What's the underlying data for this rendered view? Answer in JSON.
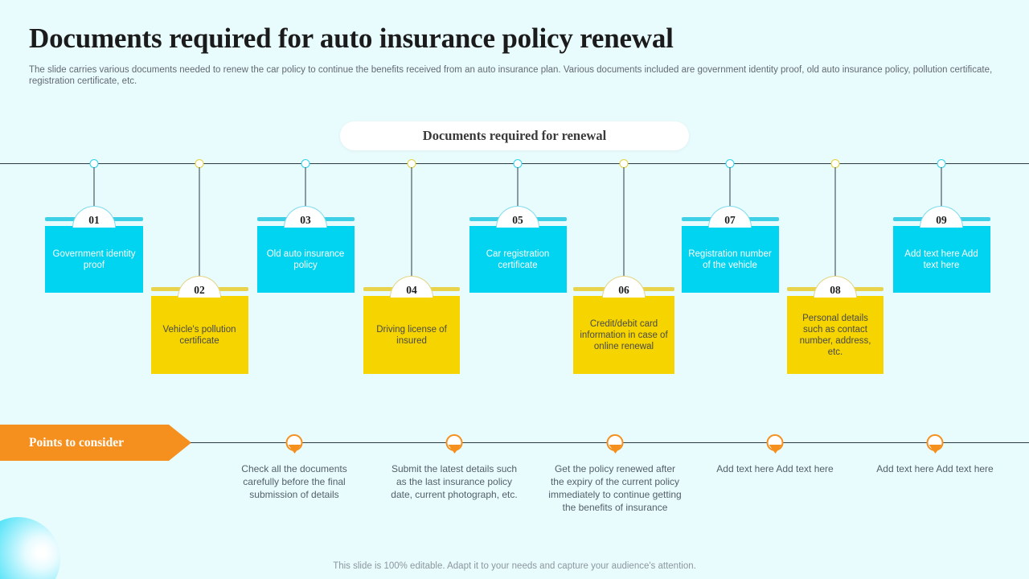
{
  "slide": {
    "title": "Documents required for auto insurance policy renewal",
    "subtitle": "The slide carries various documents needed to renew the car policy to continue the benefits received from an auto insurance plan. Various documents included are government identity proof, old auto insurance policy, pollution certificate, registration certificate, etc.",
    "pill_label": "Documents required for renewal",
    "footer_note": "This slide is 100% editable. Adapt it to your needs and capture your audience's attention."
  },
  "colors": {
    "background": "#e8fbfd",
    "cyan": "#00d4f0",
    "cyan_bar": "#3dcfe6",
    "yellow": "#f5d400",
    "yellow_bar": "#e8d34a",
    "orange": "#f5901e",
    "axis": "#2b3a45",
    "title_text": "#1b1b1b",
    "body_text": "#55606a"
  },
  "cards": [
    {
      "number": "01",
      "text": "Government identity proof",
      "color": "cyan"
    },
    {
      "number": "02",
      "text": "Vehicle's pollution certificate",
      "color": "yellow"
    },
    {
      "number": "03",
      "text": "Old auto insurance policy",
      "color": "cyan"
    },
    {
      "number": "04",
      "text": "Driving license of insured",
      "color": "yellow"
    },
    {
      "number": "05",
      "text": "Car registration certificate",
      "color": "cyan"
    },
    {
      "number": "06",
      "text": "Credit/debit card information in case of online renewal",
      "color": "yellow"
    },
    {
      "number": "07",
      "text": "Registration number of the vehicle",
      "color": "cyan"
    },
    {
      "number": "08",
      "text": "Personal details such as contact number, address, etc.",
      "color": "yellow"
    },
    {
      "number": "09",
      "text": "Add text here Add text here",
      "color": "cyan"
    }
  ],
  "points": {
    "banner_label": "Points to consider",
    "items": [
      {
        "text": "Check all the documents carefully before the final submission of details"
      },
      {
        "text": "Submit the latest details such as the last insurance policy date, current photograph, etc."
      },
      {
        "text": "Get the policy renewed after the expiry of the current policy immediately to continue getting the benefits of insurance"
      },
      {
        "text": "Add text here Add text here"
      },
      {
        "text": "Add text here Add text here"
      }
    ]
  }
}
